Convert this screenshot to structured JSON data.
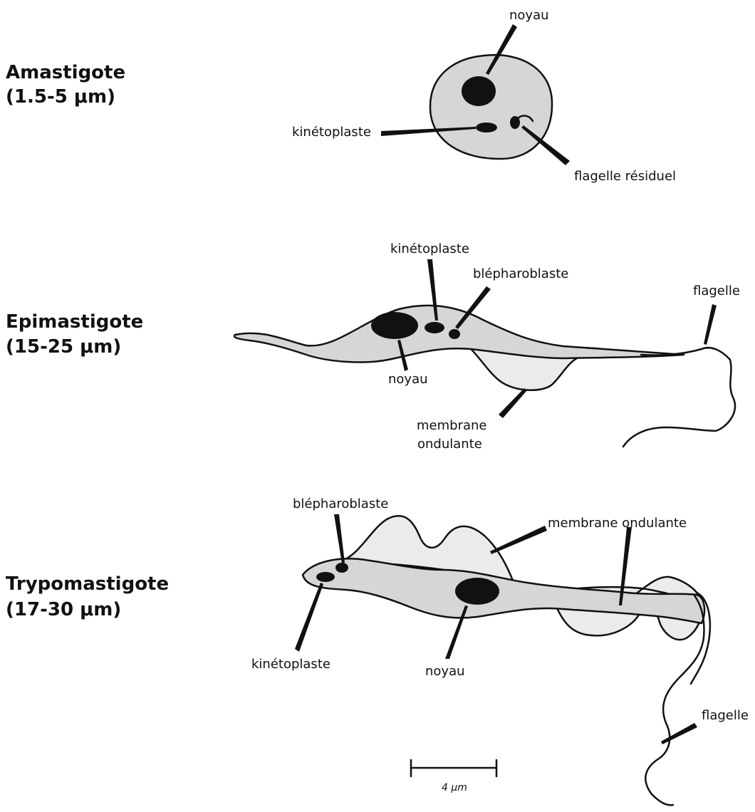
{
  "stages": [
    {
      "name": "Amastigote",
      "size": "(1.5-5 μm)"
    },
    {
      "name": "Epimastigote",
      "size": "(15-25 μm)"
    },
    {
      "name": "Trypomastigote",
      "size": "(17-30 μm)"
    }
  ],
  "amastigote": {
    "noyau": "noyau",
    "kinetoplaste": "kinétoplaste",
    "flagelle_residuel": "flagelle résiduel"
  },
  "epimastigote": {
    "kinetoplaste": "kinétoplaste",
    "blepharoblaste": "blépharoblaste",
    "flagelle": "flagelle",
    "noyau": "noyau",
    "membrane_line1": "membrane",
    "membrane_line2": "ondulante"
  },
  "trypomastigote": {
    "blepharoblaste": "blépharoblaste",
    "membrane_ondulante": "membrane ondulante",
    "kinetoplaste": "kinétoplaste",
    "noyau": "noyau",
    "flagelle": "flagelle"
  },
  "scale_bar": {
    "label": "4 μm"
  }
}
